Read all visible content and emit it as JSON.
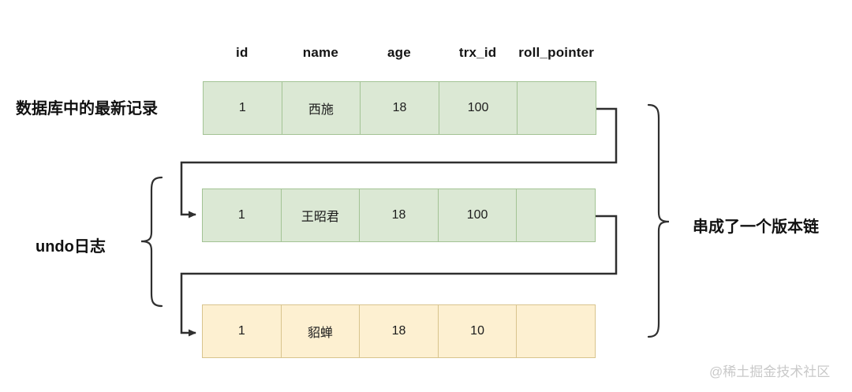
{
  "diagram": {
    "columns": [
      "id",
      "name",
      "age",
      "trx_id",
      "roll_pointer"
    ],
    "rows": [
      {
        "variant": "green",
        "cells": [
          "1",
          "西施",
          "18",
          "100",
          ""
        ]
      },
      {
        "variant": "green",
        "cells": [
          "1",
          "王昭君",
          "18",
          "100",
          ""
        ]
      },
      {
        "variant": "yellow",
        "cells": [
          "1",
          "貂蝉",
          "18",
          "10",
          ""
        ]
      }
    ],
    "labels": {
      "latest_record": "数据库中的最新记录",
      "undo_log": "undo日志",
      "version_chain": "串成了一个版本链"
    },
    "watermark": "@稀土掘金技术社区",
    "colors": {
      "green_fill": "#dbe8d4",
      "green_border": "#a3c394",
      "yellow_fill": "#fdf0d1",
      "yellow_border": "#d8c48d",
      "line": "#2f2f2f",
      "watermark_text": "#c9c9c9"
    }
  }
}
